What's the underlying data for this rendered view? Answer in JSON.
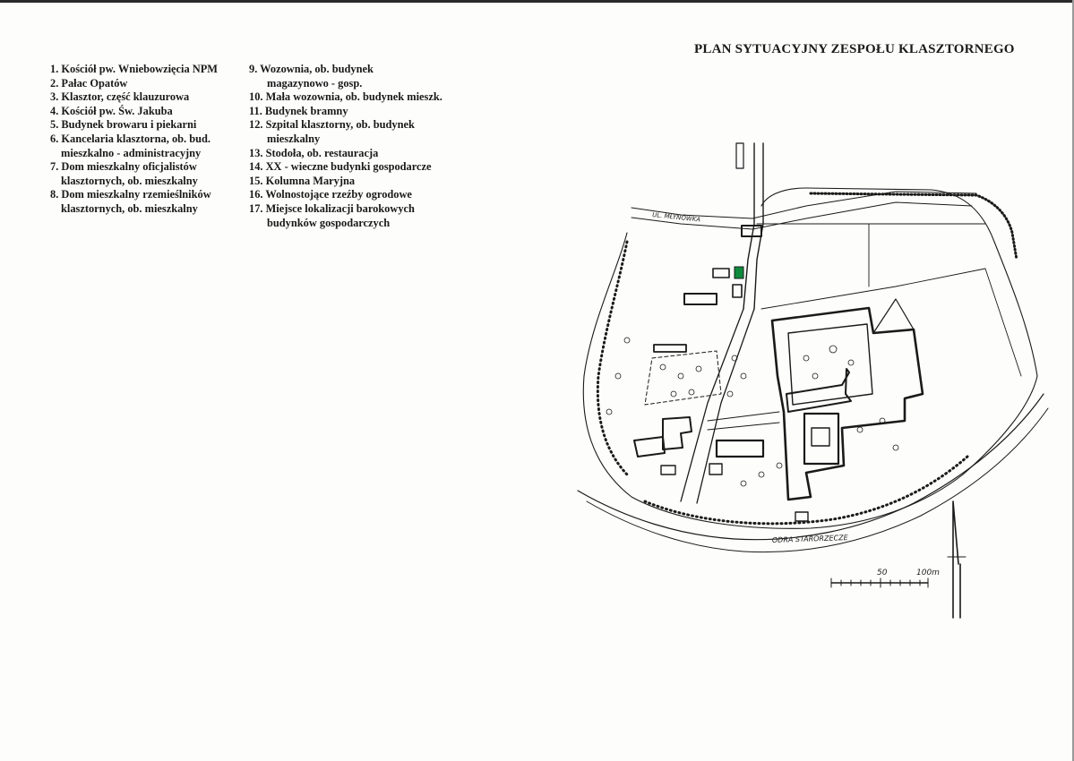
{
  "title": "PLAN SYTUACYJNY ZESPOŁU KLASZTORNEGO",
  "legend_col1": [
    "1. Kościół pw. Wniebowzięcia NPM",
    "2. Pałac Opatów",
    "3. Klasztor, część klauzurowa",
    "4. Kościół pw. Św. Jakuba",
    "5. Budynek browaru i piekarni",
    "6. Kancelaria klasztorna, ob. bud.",
    "mieszkalno - administracyjny",
    "7. Dom mieszkalny oficjalistów",
    "klasztornych, ob. mieszkalny",
    "8. Dom mieszkalny rzemieślników",
    "klasztornych, ob. mieszkalny"
  ],
  "legend_col2": [
    "9. Wozownia, ob. budynek",
    "magazynowo - gosp.",
    "10. Mała wozownia, ob. budynek mieszk.",
    "11. Budynek bramny",
    "12. Szpital klasztorny, ob. budynek",
    "mieszkalny",
    "13. Stodoła, ob. restauracja",
    "14. XX - wieczne budynki gospodarcze",
    "15. Kolumna Maryjna",
    "16. Wolnostojące rzeźby ogrodowe",
    "17. Miejsce lokalizacji barokowych",
    "budynków gospodarczych"
  ],
  "map_labels": {
    "street": "UL. MŁYNÓWKA",
    "river": "ODRA STARORZECZE",
    "scale_mid": "50",
    "scale_end": "100m"
  },
  "colors": {
    "ink": "#1a1a1a",
    "highlight": "#0f8a3c",
    "paper": "#fdfdfc"
  }
}
